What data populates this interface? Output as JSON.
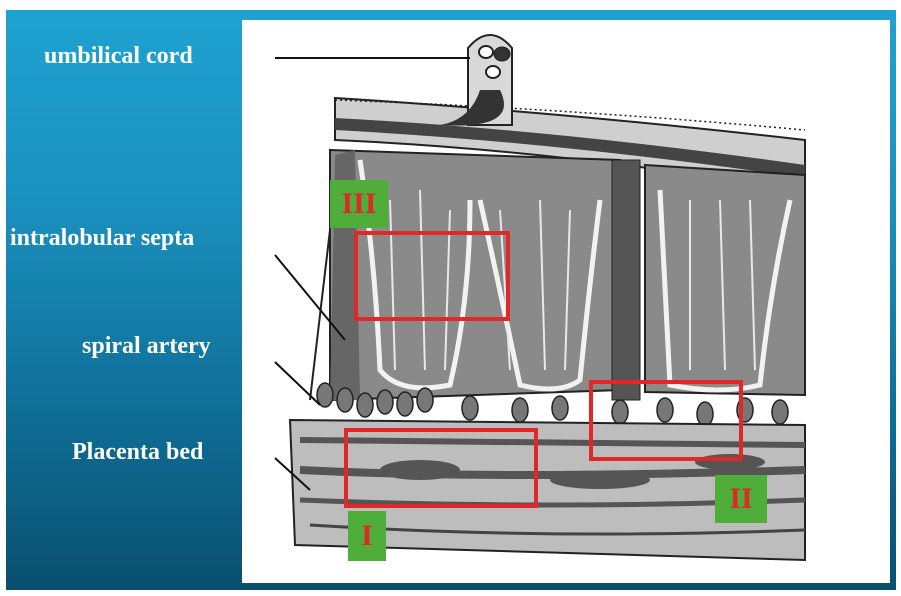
{
  "labels": {
    "umbilical_cord": "umbilical cord",
    "intralobular_septa": "intralobular septa",
    "spiral_artery": "spiral artery",
    "placenta_bed": "Placenta bed"
  },
  "regions": [
    {
      "id": "I",
      "label": "I"
    },
    {
      "id": "II",
      "label": "II"
    },
    {
      "id": "III",
      "label": "III"
    }
  ],
  "colors": {
    "background_top": "#1ea3d1",
    "background_bottom": "#0a4f6e",
    "box_outline": "#e02828",
    "tag_fill": "#4fae3a",
    "tag_text": "#e02828",
    "label_text": "#ffffff"
  }
}
